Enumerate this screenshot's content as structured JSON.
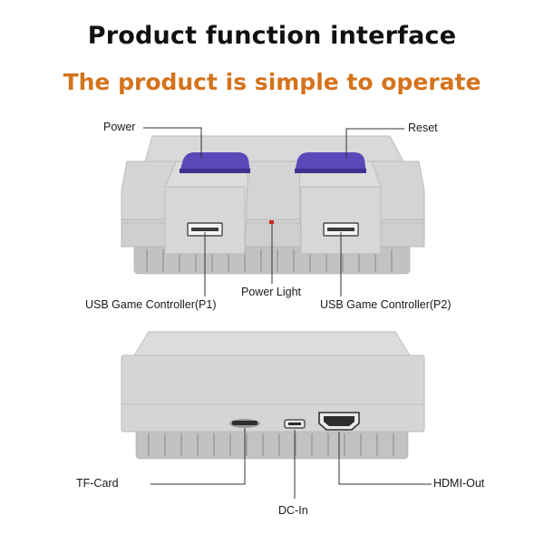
{
  "header": {
    "title": "Product function interface",
    "subtitle": "The product is simple to operate"
  },
  "top_view": {
    "labels": {
      "power": "Power",
      "reset": "Reset",
      "usb_p1": "USB Game Controller(P1)",
      "power_light": "Power Light",
      "usb_p2": "USB Game Controller(P2)"
    }
  },
  "back_view": {
    "labels": {
      "tf_card": "TF-Card",
      "dc_in": "DC-In",
      "hdmi_out": "HDMI-Out"
    }
  },
  "colors": {
    "subtitle": "#d4731c",
    "console_body": "#d3d3d3",
    "console_dark": "#b9b9b9",
    "button_purple": "#5a49b8",
    "led_red": "#cc2222"
  }
}
